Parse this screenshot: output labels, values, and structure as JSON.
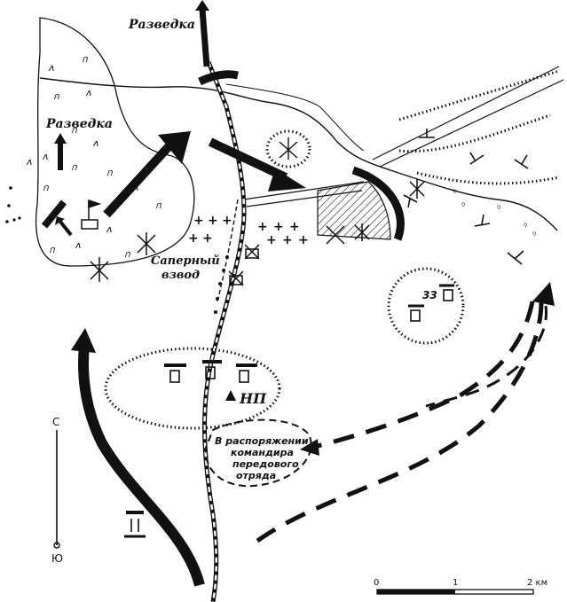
{
  "map": {
    "recon_north": "Разведка",
    "recon_west": "Разведка",
    "sapper_line1": "Саперный",
    "sapper_line2": "взвод",
    "hill_number": "33",
    "observation_post": "НП",
    "reserve_line1": "В распоряжении",
    "reserve_line2": "командира",
    "reserve_line3": "передового",
    "reserve_line4": "отряда",
    "compass_north": "С",
    "compass_south": "Ю",
    "scale": {
      "tick0": "0",
      "tick1": "1",
      "tick2": "2 км"
    }
  }
}
